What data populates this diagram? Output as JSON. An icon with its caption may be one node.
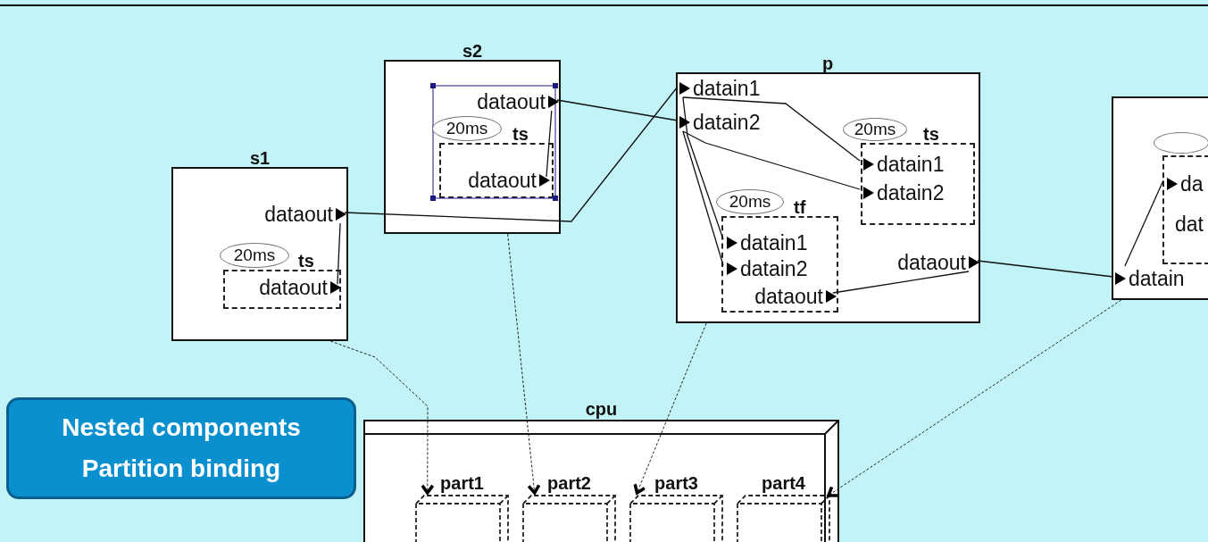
{
  "diagram": {
    "nodes": [
      {
        "text": [
          "s1"
        ]
      },
      {
        "text": [
          "dataout"
        ],
        "in": 0
      },
      {
        "text": [
          "ts"
        ],
        "in": 0
      },
      {
        "text": [
          "20ms"
        ],
        "in": 0
      },
      {
        "text": [
          "dataout"
        ],
        "in": 2
      },
      {
        "text": [
          "s2"
        ]
      },
      {
        "text": [
          "dataout"
        ],
        "in": 5
      },
      {
        "text": [
          "ts"
        ],
        "in": 5
      },
      {
        "text": [
          "20ms"
        ],
        "in": 5
      },
      {
        "text": [
          "dataout"
        ],
        "in": 7
      },
      {
        "text": [
          "p"
        ]
      },
      {
        "text": [
          "datain1"
        ],
        "in": 10
      },
      {
        "text": [
          "datain2"
        ],
        "in": 10
      },
      {
        "text": [
          "ts"
        ],
        "in": 10
      },
      {
        "text": [
          "20ms"
        ],
        "in": 10
      },
      {
        "text": [
          "datain1"
        ],
        "in": 13
      },
      {
        "text": [
          "datain2"
        ],
        "in": 13
      },
      {
        "text": [
          "tf"
        ],
        "in": 10
      },
      {
        "text": [
          "20ms"
        ],
        "in": 10
      },
      {
        "text": [
          "datain1"
        ],
        "in": 17
      },
      {
        "text": [
          "datain2"
        ],
        "in": 17
      },
      {
        "text": [
          "dataout"
        ],
        "in": 17
      },
      {
        "text": [
          "dataout"
        ],
        "in": 10
      },
      {
        "text": [],
        "shape": "box"
      },
      {
        "text": [
          "datain"
        ],
        "in": 23
      },
      {
        "text": [],
        "shape": "box",
        "in": 23
      },
      {
        "text": [],
        "shape": "circle",
        "in": 23
      },
      {
        "text": [
          "da"
        ],
        "in": 25
      },
      {
        "text": [
          "cpu"
        ]
      },
      {
        "text": [
          "part1"
        ],
        "in": 28
      },
      {
        "text": [
          "part2"
        ],
        "in": 28
      },
      {
        "text": [
          "part3"
        ],
        "in": 28
      },
      {
        "text": [
          "part4"
        ],
        "in": 28
      },
      {
        "text": [
          "Nested components",
          "Partition binding"
        ]
      }
    ],
    "edges": [
      {
        "from": 4,
        "to": 1,
        "arrow": "none"
      },
      {
        "from": 9,
        "to": 6,
        "arrow": "none"
      },
      {
        "from": 1,
        "to": 11,
        "arrow": "none"
      },
      {
        "from": 6,
        "to": 12,
        "arrow": "none"
      },
      {
        "from": 11,
        "to": 15,
        "arrow": "none"
      },
      {
        "from": 11,
        "to": 19,
        "arrow": "none"
      },
      {
        "from": 12,
        "to": 16,
        "arrow": "none"
      },
      {
        "from": 12,
        "to": 20,
        "arrow": "none"
      },
      {
        "from": 21,
        "to": 22,
        "arrow": "none"
      },
      {
        "from": 22,
        "to": 24,
        "arrow": "none"
      },
      {
        "from": 24,
        "to": 27,
        "arrow": "none"
      },
      {
        "from": 0,
        "to": 29,
        "arrow": "to",
        "style": "dashed"
      },
      {
        "from": 5,
        "to": 30,
        "arrow": "to",
        "style": "dashed"
      },
      {
        "from": 10,
        "to": 31,
        "arrow": "to",
        "style": "dashed"
      },
      {
        "from": 23,
        "to": 32,
        "arrow": "to",
        "style": "dashed"
      }
    ],
    "labels": [
      "dat"
    ]
  }
}
